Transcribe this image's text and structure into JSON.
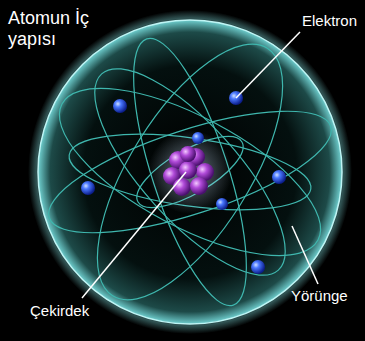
{
  "diagram": {
    "title": "Atomun İç yapısı",
    "labels": [
      "Elektron",
      "Çekirdek",
      "Yörünge"
    ]
  }
}
